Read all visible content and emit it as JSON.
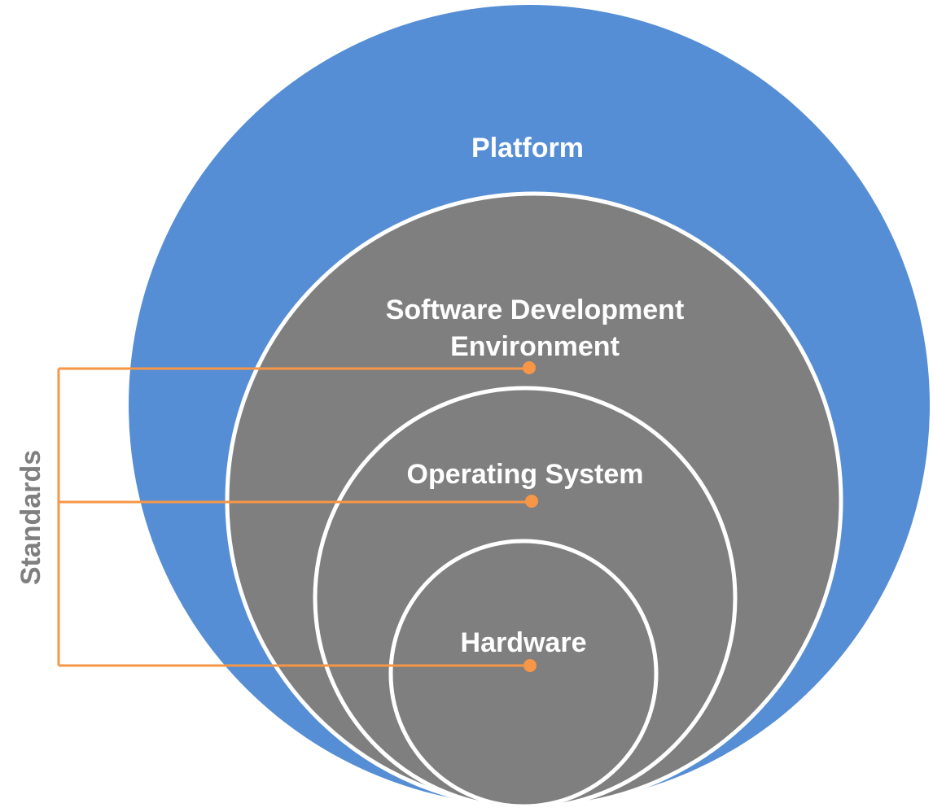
{
  "colors": {
    "platform": "#558ed5",
    "inner_fill": "#7f7f7f",
    "ring_stroke": "#ffffff",
    "connector": "#f79646",
    "label_text": "#ffffff",
    "side_label_text": "#7f7f7f"
  },
  "layers": {
    "platform": "Platform",
    "software_dev_env_line1": "Software Development",
    "software_dev_env_line2": "Environment",
    "operating_system": "Operating System",
    "hardware": "Hardware"
  },
  "side_label": "Standards"
}
